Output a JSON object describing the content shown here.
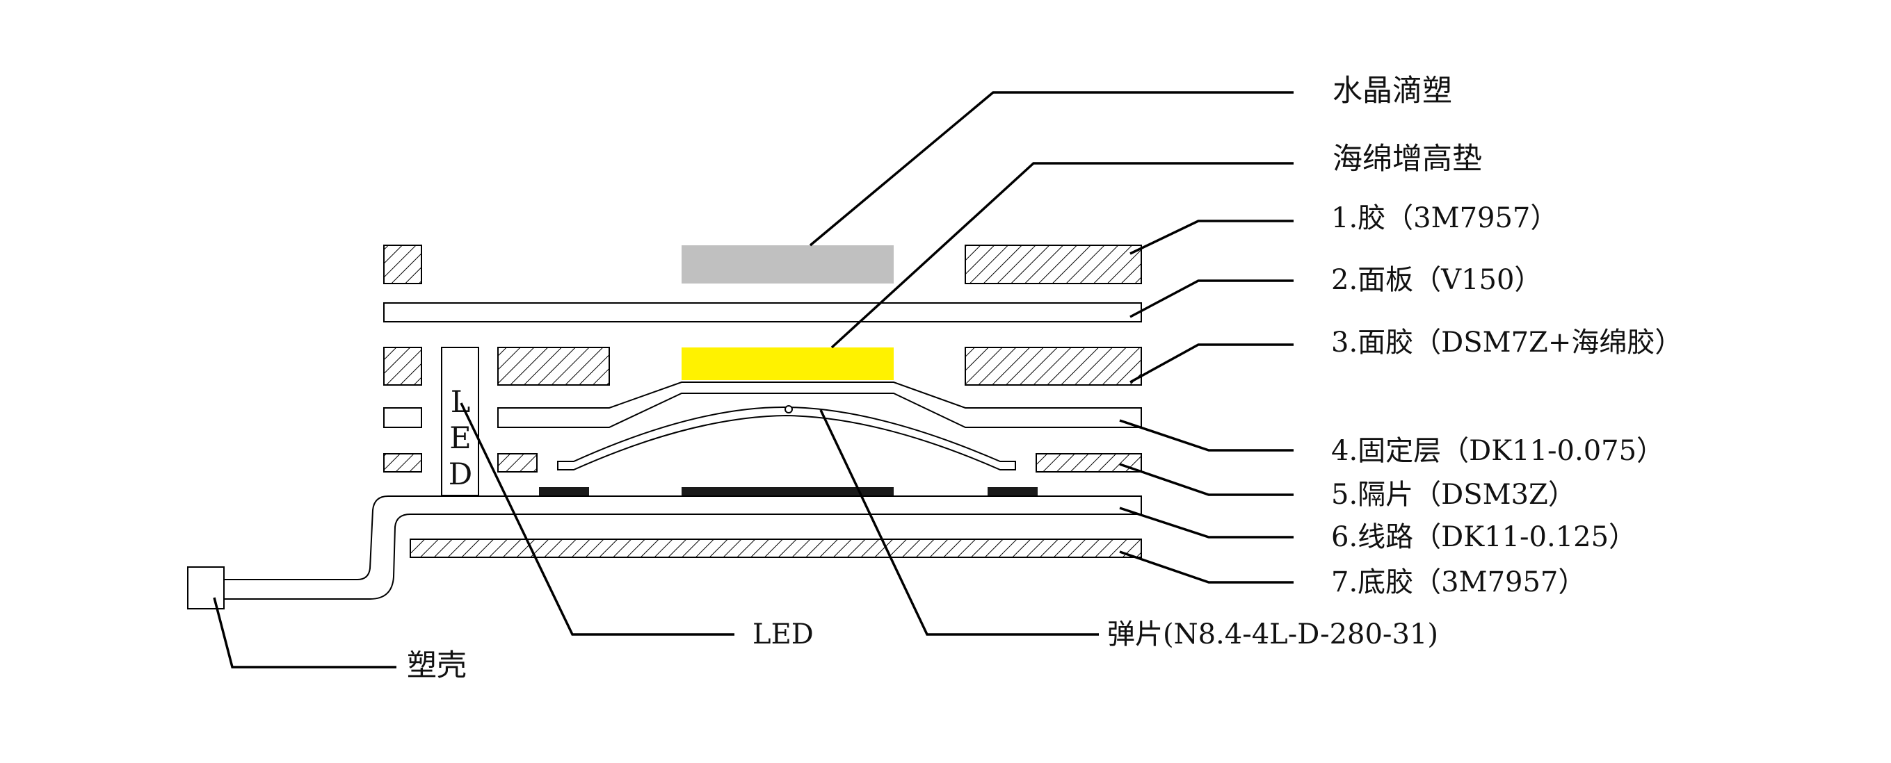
{
  "labels": {
    "crystal_resin": "水晶滴塑",
    "sponge_pad": "海绵增高垫",
    "layer1": "1.胶（3M7957）",
    "layer2": "2.面板（V150）",
    "layer3": "3.面胶（DSM7Z+海绵胶）",
    "layer4": "4.固定层（DK11-0.075）",
    "layer5": "5.隔片（DSM3Z）",
    "layer6": "6.线路（DK11-0.125）",
    "layer7": "7.底胶（3M7957）",
    "led_callout": "LED",
    "dome": "弹片(N8.4-4L-D-280-31)",
    "housing": "塑壳",
    "led_vertical": [
      "L",
      "E",
      "D"
    ]
  },
  "colors": {
    "crystal_resin_fill": "#c0c0c0",
    "sponge_pad_fill": "#fff200",
    "contact_fill": "#1a1a1a",
    "hatch_stroke": "#000000",
    "line": "#000000",
    "background": "#ffffff"
  }
}
